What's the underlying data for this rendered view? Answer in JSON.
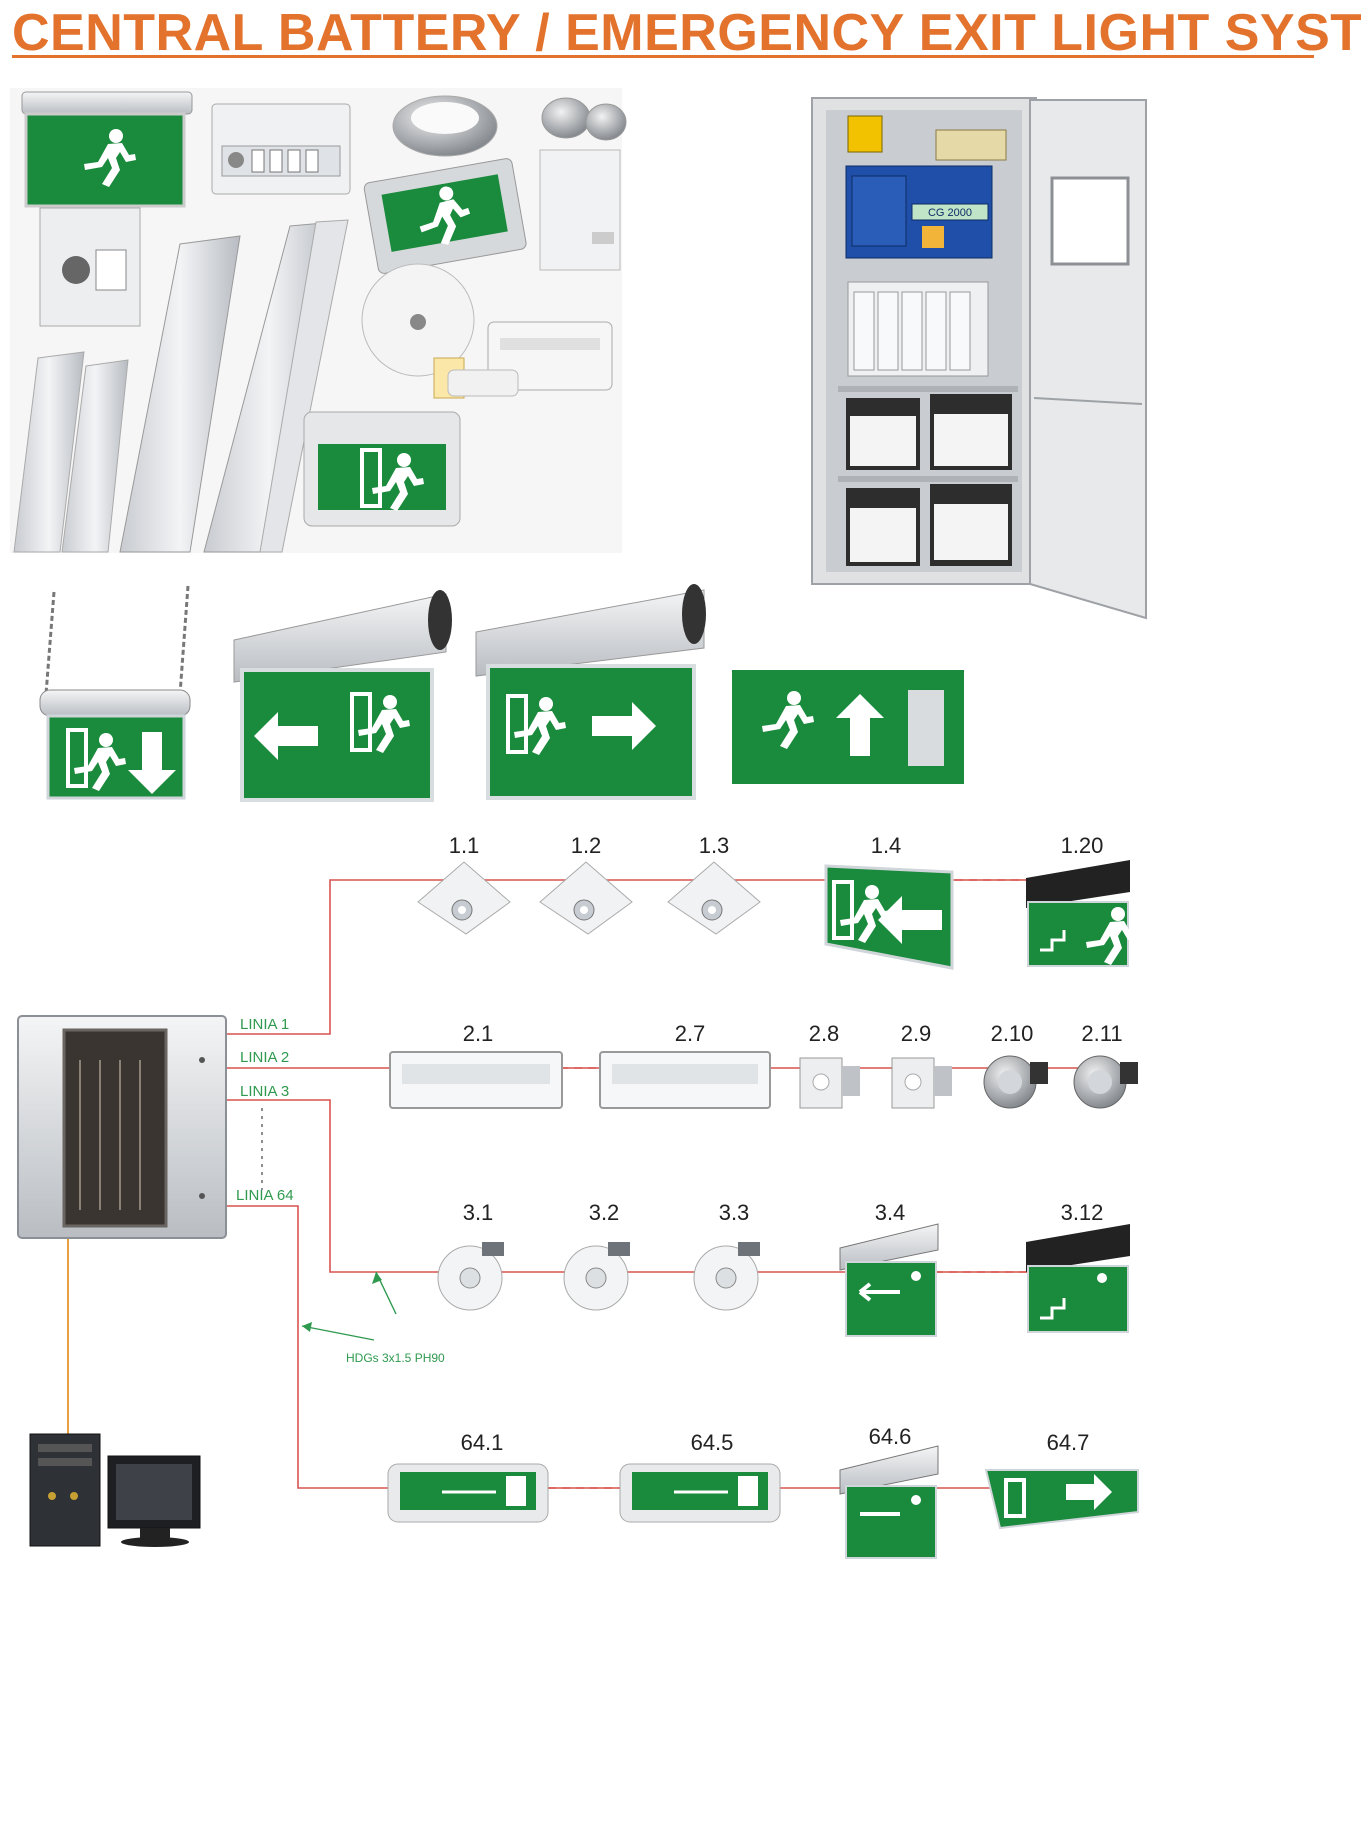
{
  "title": "CENTRAL BATTERY / EMERGENCY EXIT LIGHT SYSTEM",
  "colors": {
    "title": "#e2722c",
    "sign_green": "#1a8a3c",
    "cable_red": "#d9534f",
    "pc_cable_orange": "#e8a040",
    "label_green": "#2f9a4f"
  },
  "panel_screen_text": "CG 2000",
  "lines": [
    {
      "label": "LINIA 1"
    },
    {
      "label": "LINIA 2"
    },
    {
      "label": "LINIA 3"
    },
    {
      "label": "LINIA 64"
    }
  ],
  "cable_label": "HDGs 3x1.5 PH90",
  "fixtures": {
    "row1": [
      "1.1",
      "1.2",
      "1.3",
      "1.4",
      "1.20"
    ],
    "row2": [
      "2.1",
      "2.7",
      "2.8",
      "2.9",
      "2.10",
      "2.11"
    ],
    "row3": [
      "3.1",
      "3.2",
      "3.3",
      "3.4",
      "3.12"
    ],
    "row4": [
      "64.1",
      "64.5",
      "64.6",
      "64.7"
    ]
  }
}
